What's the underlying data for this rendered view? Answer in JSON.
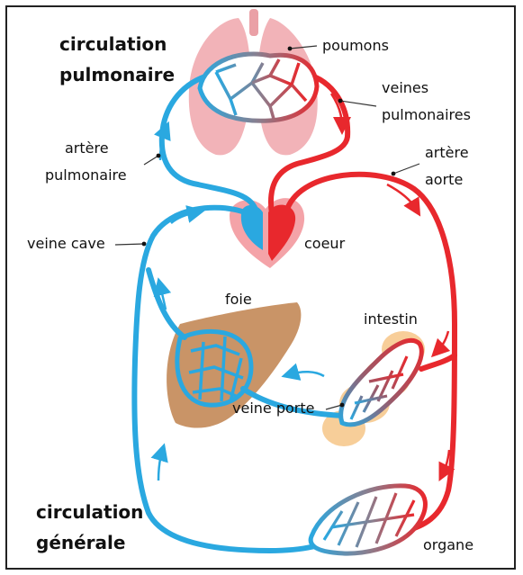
{
  "titles": {
    "pulmonary_line1": "circulation",
    "pulmonary_line2": "pulmonaire",
    "general_line1": "circulation",
    "general_line2": "générale"
  },
  "labels": {
    "poumons": "poumons",
    "veines_line1": "veines",
    "veines_line2": "pulmonaires",
    "artere_pulm_line1": "artère",
    "artere_pulm_line2": "pulmonaire",
    "artere_aorte_line1": "artère",
    "artere_aorte_line2": "aorte",
    "veine_cave": "veine cave",
    "coeur": "coeur",
    "foie": "foie",
    "intestin": "intestin",
    "veine_porte": "veine porte",
    "organe": "organe"
  },
  "colors": {
    "oxygenated": "#e8282d",
    "deoxygenated": "#2aa8e0",
    "lungs": "#f2b3b8",
    "heart_bg": "#f4a3a8",
    "liver": "#c99467",
    "intestine": "#f7c98e"
  }
}
